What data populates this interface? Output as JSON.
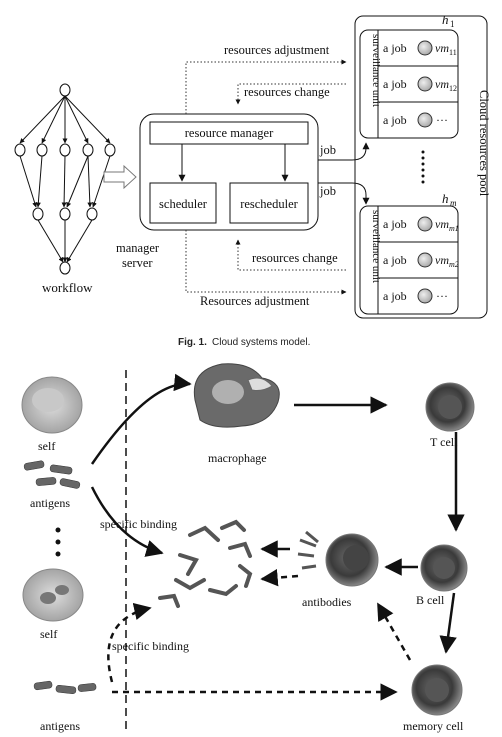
{
  "figure1": {
    "workflow_label": "workflow",
    "manager_server_label_line1": "manager",
    "manager_server_label_line2": "server",
    "resource_manager": "resource manager",
    "scheduler": "scheduler",
    "rescheduler": "rescheduler",
    "resources_adjustment_top": "resources adjustment",
    "resources_change_top": "resources change",
    "resources_change_bottom": "resources change",
    "resources_adjustment_bottom": "Resources adjustment",
    "job_top": "job",
    "job_bottom": "job",
    "pool_label": "Cloud resources pool",
    "surveillance_unit": "surveillance unit",
    "host1": {
      "label_main": "h",
      "label_sub": "1",
      "rows": [
        {
          "job": "a job",
          "vm_main": "vm",
          "vm_sub": "11"
        },
        {
          "job": "a job",
          "vm_main": "vm",
          "vm_sub": "12"
        },
        {
          "job": "a job",
          "vm_main": "···",
          "vm_sub": ""
        }
      ]
    },
    "hostm": {
      "label_main": "h",
      "label_sub": "m",
      "rows": [
        {
          "job": "a job",
          "vm_main": "vm",
          "vm_sub": "m1"
        },
        {
          "job": "a job",
          "vm_main": "vm",
          "vm_sub": "m2"
        },
        {
          "job": "a job",
          "vm_main": "···",
          "vm_sub": ""
        }
      ]
    },
    "caption_bold": "Fig. 1.",
    "caption_text": "Cloud systems model."
  },
  "figure2": {
    "self_top": "self",
    "antigens_top": "antigens",
    "self_bottom": "self",
    "antigens_bottom": "antigens",
    "macrophage": "macrophage",
    "t_cell": "T cell",
    "b_cell": "B cell",
    "memory_cell": "memory cell",
    "antibodies": "antibodies",
    "specific_binding_top": "specific binding",
    "specific_binding_bottom": "specific binding"
  }
}
